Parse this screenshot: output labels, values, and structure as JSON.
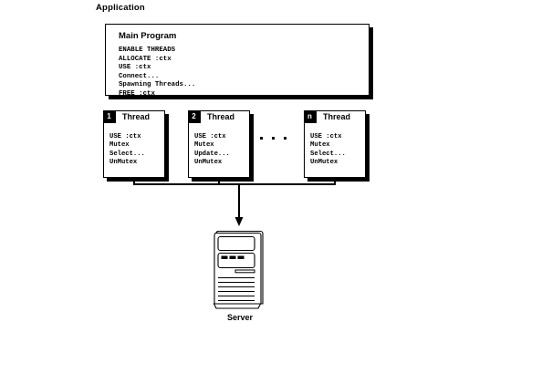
{
  "diagram": {
    "application_label": "Application",
    "main_program": {
      "title": "Main Program",
      "code_lines": [
        "ENABLE THREADS",
        "ALLOCATE :ctx",
        "USE :ctx",
        "Connect...",
        "Spawning Threads...",
        "FREE :ctx"
      ]
    },
    "threads": [
      {
        "badge": "1",
        "title": "Thread",
        "code_lines": [
          "USE :ctx",
          "Mutex",
          "Select...",
          "UnMutex"
        ]
      },
      {
        "badge": "2",
        "title": "Thread",
        "code_lines": [
          "USE :ctx",
          "Mutex",
          "Update...",
          "UnMutex"
        ]
      },
      {
        "badge": "n",
        "title": "Thread",
        "code_lines": [
          "USE :ctx",
          "Mutex",
          "Select...",
          "UnMutex"
        ]
      }
    ],
    "ellipsis": "· · ·",
    "server": {
      "label": "Server",
      "icon": "server-tower-icon"
    },
    "colors": {
      "ink": "#000000",
      "paper": "#ffffff"
    }
  }
}
